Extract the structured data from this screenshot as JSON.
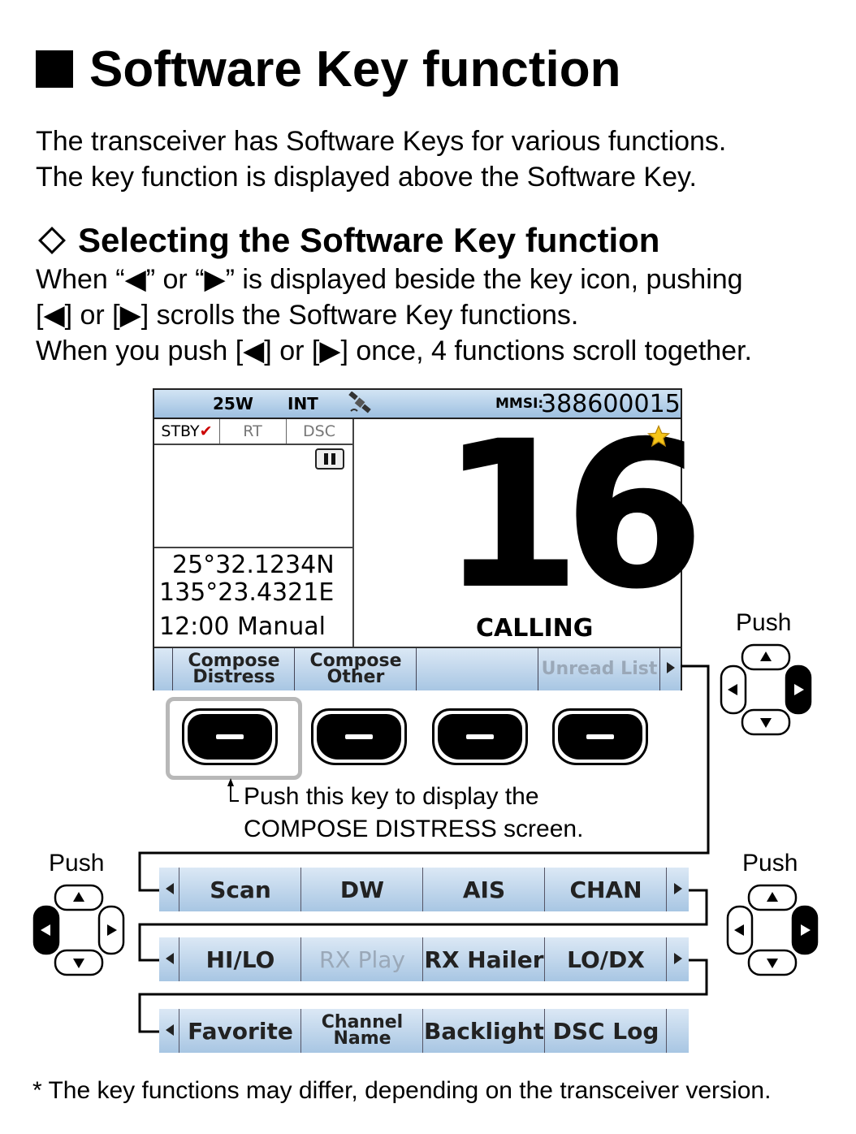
{
  "title": "Software Key function",
  "intro": [
    "The transceiver has Software Keys for various functions.",
    "The key function is displayed above the Software Key."
  ],
  "subheading": "Selecting the Software Key function",
  "body": [
    "When “◀” or “▶” is displayed beside the key icon, pushing",
    "[◀] or [▶] scrolls the Software Key functions.",
    "When you push [◀] or [▶] once, 4 functions scroll together."
  ],
  "screen": {
    "power": "25W",
    "antenna": "INT",
    "mmsi_label": "MMSI:",
    "mmsi_value": "388600015",
    "modes": [
      "STBY",
      "RT",
      "DSC"
    ],
    "latitude": "25°32.1234N",
    "longitude": "135°23.4321E",
    "time_mode": "12:00 Manual",
    "channel": "16",
    "channel_name": "CALLING",
    "softkeys": [
      "Compose Distress",
      "Compose Other",
      "",
      "Unread List"
    ]
  },
  "key_note": [
    "Push this key to display the",
    "COMPOSE DISTRESS screen."
  ],
  "push_label": "Push",
  "rows": [
    [
      "Scan",
      "DW",
      "AIS",
      "CHAN"
    ],
    [
      "HI/LO",
      "RX Play",
      "RX Hailer",
      "LO/DX"
    ],
    [
      "Favorite",
      "Channel Name",
      "Backlight",
      "DSC Log"
    ]
  ],
  "footnote": "* The key functions may differ, depending on the transceiver version."
}
